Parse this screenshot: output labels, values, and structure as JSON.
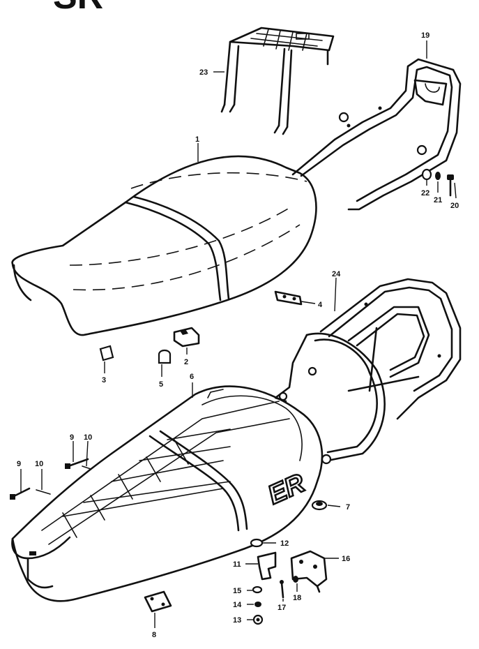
{
  "header": {
    "fragment": "SR"
  },
  "callouts": [
    "1",
    "2",
    "3",
    "4",
    "5",
    "6",
    "7",
    "8",
    "9",
    "10",
    "9",
    "10",
    "11",
    "12",
    "13",
    "14",
    "15",
    "16",
    "17",
    "18",
    "19",
    "20",
    "21",
    "22",
    "23",
    "24"
  ],
  "emblem": "ER"
}
